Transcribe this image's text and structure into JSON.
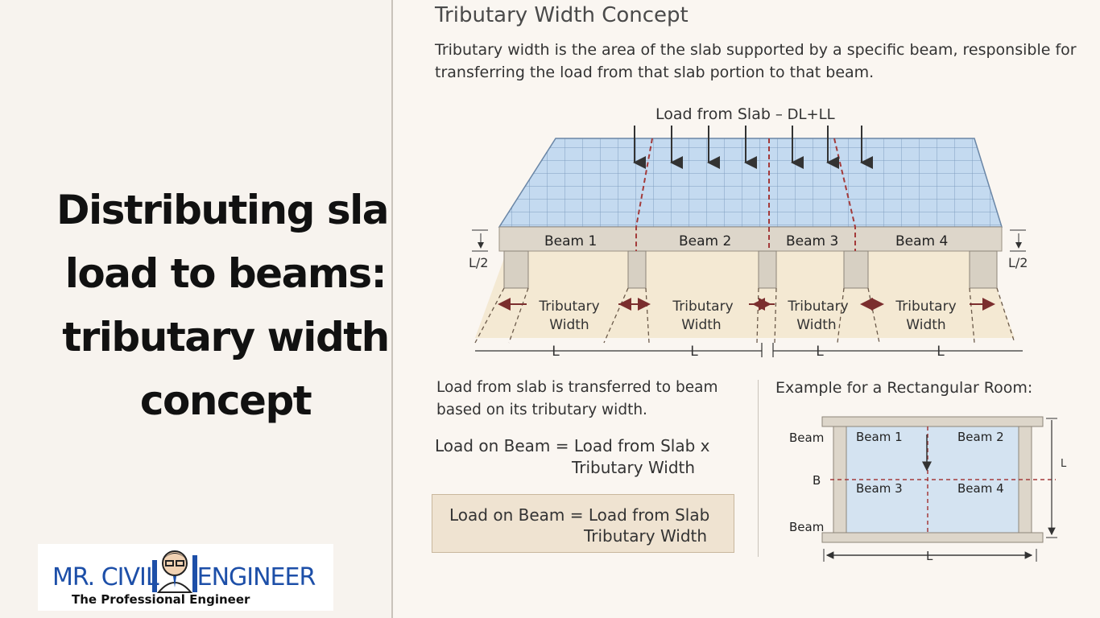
{
  "headline": {
    "lines": [
      "Distributing slab",
      "load to beams:",
      "tributary width",
      "concept"
    ]
  },
  "logo": {
    "title_left": "MR. CIVIL",
    "title_right": "ENGINEER",
    "subtitle": "The Professional Engineer"
  },
  "section": {
    "title": "Tributary Width Concept",
    "intro": "Tributary width is the area of the slab supported by a specific beam, responsible for transferring the load from that slab portion to that beam."
  },
  "diagram": {
    "load_label": "Load from Slab",
    "load_type": "– DL+LL",
    "beams": [
      "Beam 1",
      "Beam 2",
      "Beam 3",
      "Beam 4"
    ],
    "half_span": "L/2",
    "tributary_line1": "Tributary",
    "tributary_line2": "Width",
    "span_label": "L"
  },
  "note": {
    "text": "Load from slab is transferred to beam based on its tributary width."
  },
  "formula": {
    "line1": "Load on Beam = Load from Slab x",
    "line2": "Tributary Width"
  },
  "formula_box": {
    "line1_bold": "Load on Beam",
    "line1_rest": " = Load from Slab",
    "line2": "Tributary Width"
  },
  "example": {
    "title": "Example for a Rectangular Room:",
    "beam_top": "Beam",
    "beam_bottom": "Beam",
    "b_label": "B",
    "cells": [
      "Beam 1",
      "Beam 2",
      "Beam 3",
      "Beam 4"
    ],
    "dim_right": "L",
    "dim_bottom": "L"
  },
  "colors": {
    "slab": "#bfd6ee",
    "beam": "#ddd6ca",
    "tributary_fill": "#f1e4c8",
    "dash_red": "#a33a3a",
    "logo_blue": "#1d4fa8"
  }
}
